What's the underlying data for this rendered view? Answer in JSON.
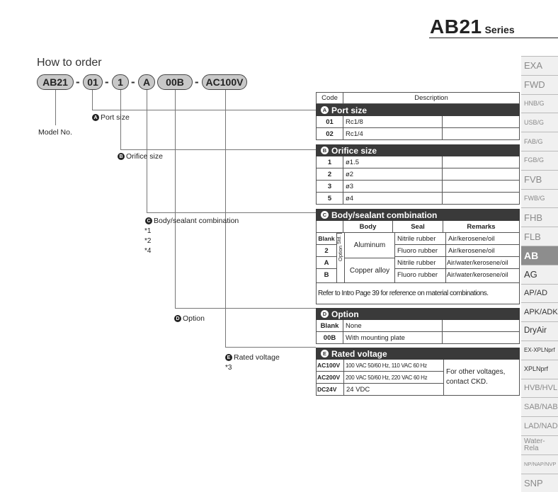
{
  "series": {
    "name": "AB21",
    "suffix": "Series"
  },
  "how_to_order": "How to order",
  "model": {
    "parts": [
      "AB21",
      "01",
      "1",
      "A",
      "00B",
      "AC100V"
    ],
    "label": "Model No."
  },
  "labels": {
    "a": {
      "letter": "A",
      "text": "Port size"
    },
    "b": {
      "letter": "B",
      "text": "Orifice size"
    },
    "c": {
      "letter": "C",
      "text": "Body/sealant combination",
      "notes": [
        "*1",
        "*2",
        "*4"
      ]
    },
    "d": {
      "letter": "D",
      "text": "Option"
    },
    "e": {
      "letter": "E",
      "text": "Rated voltage",
      "notes": [
        "*3"
      ]
    }
  },
  "table": {
    "header": {
      "code": "Code",
      "description": "Description"
    },
    "port": {
      "title": "Port size",
      "rows": [
        {
          "code": "01",
          "desc": "Rc1/8"
        },
        {
          "code": "02",
          "desc": "Rc1/4"
        }
      ]
    },
    "orifice": {
      "title": "Orifice size",
      "rows": [
        {
          "code": "1",
          "desc": "ø1.5"
        },
        {
          "code": "2",
          "desc": "ø2"
        },
        {
          "code": "3",
          "desc": "ø3"
        },
        {
          "code": "5",
          "desc": "ø4"
        }
      ]
    },
    "body": {
      "title": "Body/sealant combination",
      "cols": [
        "Body",
        "Seal",
        "Remarks"
      ],
      "std": "Std.",
      "opt": "Option",
      "alu": "Aluminum",
      "copper": "Copper alloy",
      "rows": [
        {
          "code": "Blank",
          "seal": "Nitrile rubber",
          "remarks": "Air/kerosene/oil"
        },
        {
          "code": "2",
          "seal": "Fluoro rubber",
          "remarks": "Air/kerosene/oil"
        },
        {
          "code": "A",
          "seal": "Nitrile rubber",
          "remarks": "Air/water/kerosene/oil"
        },
        {
          "code": "B",
          "seal": "Fluoro rubber",
          "remarks": "Air/water/kerosene/oil"
        }
      ],
      "note": "Refer to Intro Page 39 for reference on material combinations."
    },
    "option": {
      "title": "Option",
      "rows": [
        {
          "code": "Blank",
          "desc": "None"
        },
        {
          "code": "00B",
          "desc": "With mounting plate"
        }
      ]
    },
    "voltage": {
      "title": "Rated voltage",
      "rows": [
        {
          "code": "AC100V",
          "desc": "100 VAC 50/60 Hz, 110 VAC 60 Hz"
        },
        {
          "code": "AC200V",
          "desc": "200 VAC 50/60 Hz, 220 VAC 60 Hz"
        },
        {
          "code": "DC24V",
          "desc": "24 VDC"
        }
      ],
      "note": [
        "For other voltages,",
        "contact CKD."
      ]
    }
  },
  "sidebar": [
    "EXA",
    "FWD",
    "HNB/G",
    "USB/G",
    "FAB/G",
    "FGB/G",
    "FVB",
    "FWB/G",
    "FHB",
    "FLB",
    "AB",
    "AG",
    "AP/AD",
    "APK/ADK",
    "DryAir",
    "EX-XPLNprf",
    "XPLNprf",
    "HVB/HVL",
    "SAB/NAB",
    "LAD/NAD",
    "Water-Rela",
    "NP/NAP/NVP",
    "SNP"
  ]
}
